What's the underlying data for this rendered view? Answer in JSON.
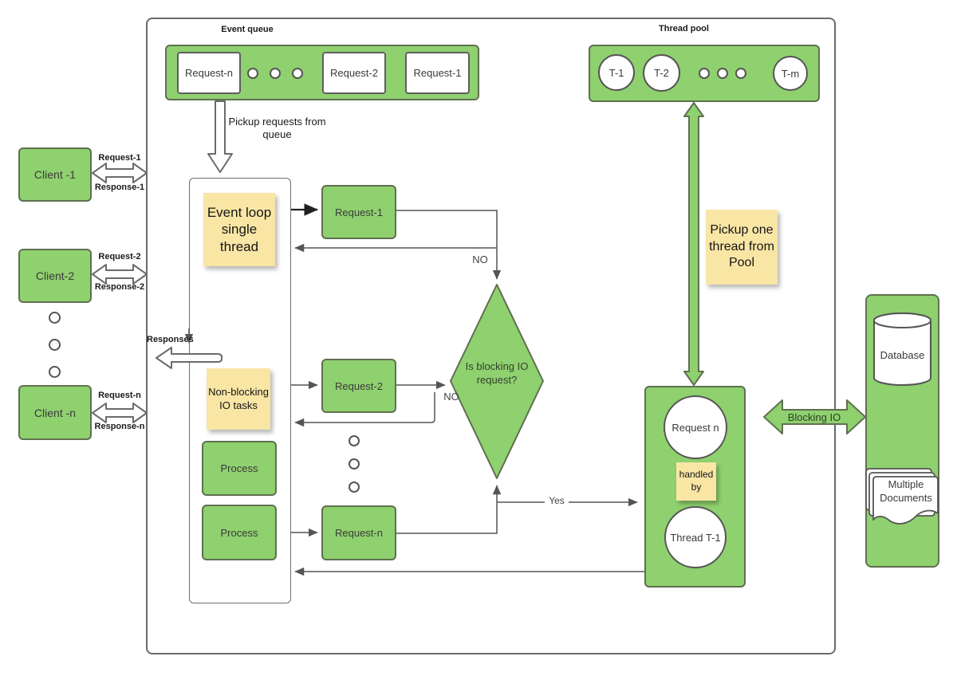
{
  "colors": {
    "green": "#8fd06f",
    "green_border": "#5f7050",
    "yellow": "#f9e6a5",
    "line": "#555555",
    "border_gray": "#6b6b6b"
  },
  "event_queue": {
    "label": "Event queue",
    "items": [
      "Request-n",
      "Request-2",
      "Request-1"
    ],
    "pickup_label": "Pickup requests from queue"
  },
  "thread_pool": {
    "label": "Thread pool",
    "threads": [
      "T-1",
      "T-2",
      "T-m"
    ],
    "pickup_note": "Pickup one thread from Pool"
  },
  "clients": {
    "responses_label": "Responses",
    "items": [
      {
        "label": "Client -1",
        "request": "Request-1",
        "response": "Response-1"
      },
      {
        "label": "Client-2",
        "request": "Request-2",
        "response": "Response-2"
      },
      {
        "label": "Client -n",
        "request": "Request-n",
        "response": "Response-n"
      }
    ]
  },
  "event_loop": {
    "note": "Event loop single thread",
    "non_blocking_note": "Non-blocking IO tasks",
    "processes": [
      "Process",
      "Process"
    ],
    "requests": [
      "Request-1",
      "Request-2",
      "Request-n"
    ]
  },
  "decision": {
    "question": "Is blocking IO request?",
    "no_top": "NO",
    "no_left": "NO",
    "yes": "Yes"
  },
  "handler": {
    "request_circle": "Request n",
    "note": "handled by",
    "thread_circle": "Thread T-1"
  },
  "storage": {
    "database": "Database",
    "documents": "Multiple Documents",
    "blocking_io": "Blocking IO"
  }
}
